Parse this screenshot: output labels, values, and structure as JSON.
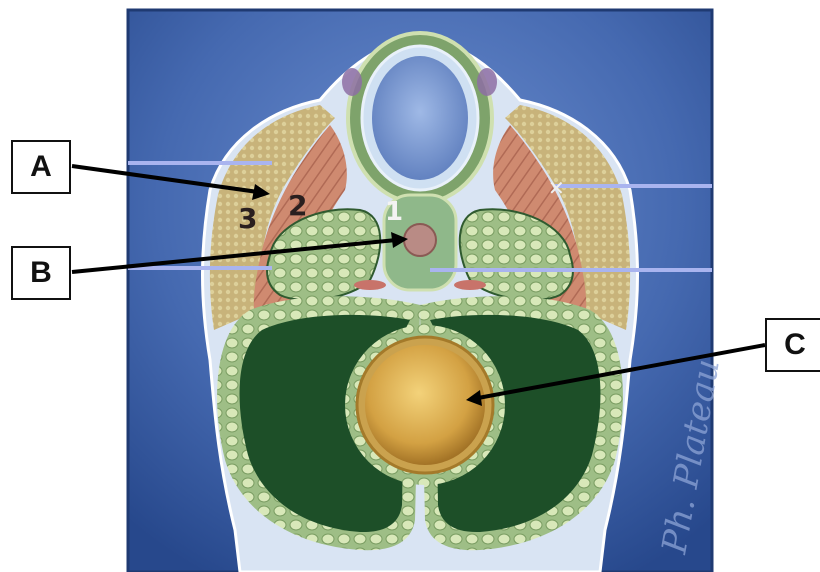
{
  "labels": {
    "a": "A",
    "b": "B",
    "c": "C"
  },
  "figure_numbers": {
    "n1": "1",
    "n2": "2",
    "n3": "3"
  },
  "watermark": "Ph. Plateau",
  "colors": {
    "background_blue": "#3a63a8",
    "muscle_red": "#c9826b",
    "green_dark": "#1f5a2c",
    "green_light": "#a9c58c",
    "bead_yellow": "#e0b65a",
    "pointer_line": "#a9b4ef",
    "arrow": "#000000"
  }
}
